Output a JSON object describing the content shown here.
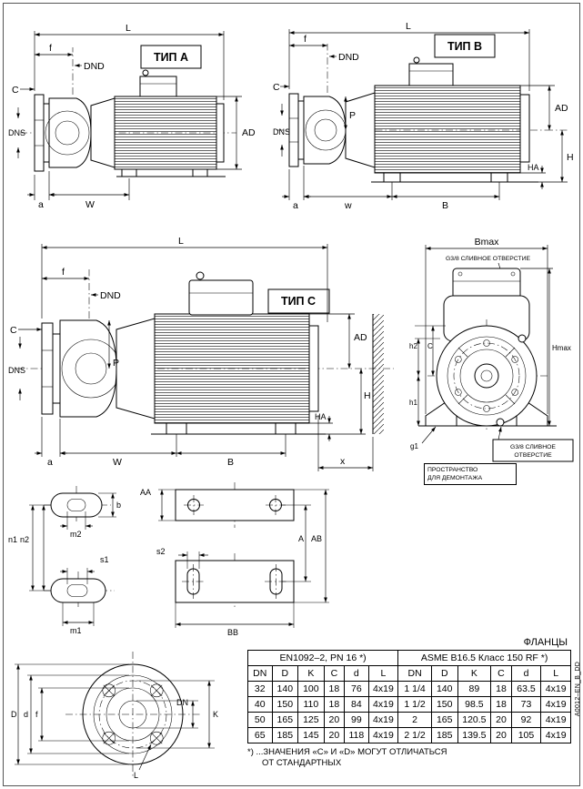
{
  "page": {
    "doc_code": "A0012–EN_B_DD"
  },
  "types": {
    "a": "ТИП A",
    "b": "ТИП B",
    "c": "ТИП C"
  },
  "dims": {
    "L": "L",
    "f": "f",
    "DND": "DND",
    "C": "C",
    "DNS": "DNS",
    "P": "P",
    "AD": "AD",
    "H": "H",
    "HA": "HA",
    "a": "a",
    "W": "W",
    "w": "w",
    "B": "B",
    "x": "x",
    "Bmax": "Bmax",
    "Hmax": "Hmax",
    "h1": "h1",
    "h2": "h2",
    "g1": "g1",
    "b": "b",
    "m1": "m1",
    "m2": "m2",
    "n1": "n1",
    "n2": "n2",
    "s1": "s1",
    "s2": "s2",
    "AA": "AA",
    "A": "A",
    "AB": "AB",
    "BB": "BB",
    "D": "D",
    "d": "d",
    "DN": "DN",
    "K": "K"
  },
  "notes": {
    "drain_top": "G3/8 СЛИВНОЕ ОТВЕРСТИЕ",
    "drain_bottom_line1": "G3/8 СЛИВНОЕ",
    "drain_bottom_line2": "ОТВЕРСТИЕ",
    "space_line1": "ПРОСТРАНСТВО",
    "space_line2": "ДЛЯ ДЕМОНТАЖА"
  },
  "flange_table": {
    "caption": "ФЛАНЦЫ",
    "group_en": "EN1092–2, PN 16 *)",
    "group_asme": "ASME B16.5 Класс 150 RF *)",
    "columns": [
      "DN",
      "D",
      "K",
      "C",
      "d",
      "L"
    ],
    "rows": [
      [
        "32",
        "140",
        "100",
        "18",
        "76",
        "4x19",
        "1 1/4",
        "140",
        "89",
        "18",
        "63.5",
        "4x19"
      ],
      [
        "40",
        "150",
        "110",
        "18",
        "84",
        "4x19",
        "1 1/2",
        "150",
        "98.5",
        "18",
        "73",
        "4x19"
      ],
      [
        "50",
        "165",
        "125",
        "20",
        "99",
        "4x19",
        "2",
        "165",
        "120.5",
        "20",
        "92",
        "4x19"
      ],
      [
        "65",
        "185",
        "145",
        "20",
        "118",
        "4x19",
        "2 1/2",
        "185",
        "139.5",
        "20",
        "105",
        "4x19"
      ]
    ],
    "footnote_line1": "*) ...ЗНАЧЕНИЯ «C» И «D» МОГУТ ОТЛИЧАТЬСЯ",
    "footnote_line2": "ОТ СТАНДАРТНЫХ"
  }
}
